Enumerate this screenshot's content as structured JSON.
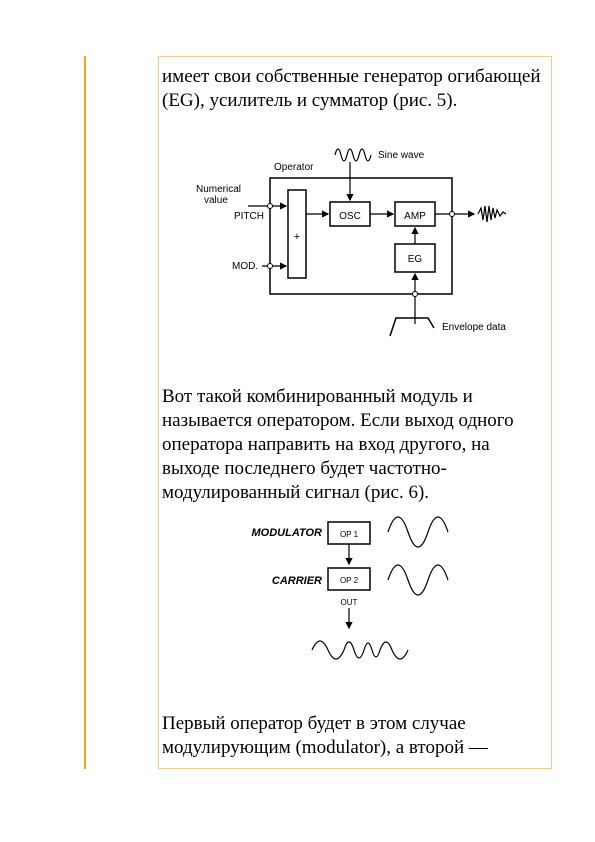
{
  "text": {
    "para1": "имеет свои собственные генератор огибающей (EG), усилитель и сумматор (рис. 5).",
    "para2": "Вот такой комбинированный модуль и называется оператором. Если выход одного оператора направить на вход другого, на выходе последнего будет частотно-модулированный сигнал (рис. 6).",
    "para3": "Первый оператор будет в этом случае модулирующим (modulator), а второй —"
  },
  "figure5": {
    "operator": "Operator",
    "sine_wave": "Sine wave",
    "numerical": "Numerical",
    "value": "value",
    "pitch": "PITCH",
    "mod": "MOD.",
    "plus": "+",
    "osc": "OSC",
    "amp": "AMP",
    "eg": "EG",
    "envelope": "Envelope data"
  },
  "figure6": {
    "modulator": "MODULATOR",
    "carrier": "CARRIER",
    "op1": "OP 1",
    "op2": "OP 2",
    "out": "OUT"
  },
  "colors": {
    "accent": "#f5a623",
    "frame": "#f5c98a"
  }
}
